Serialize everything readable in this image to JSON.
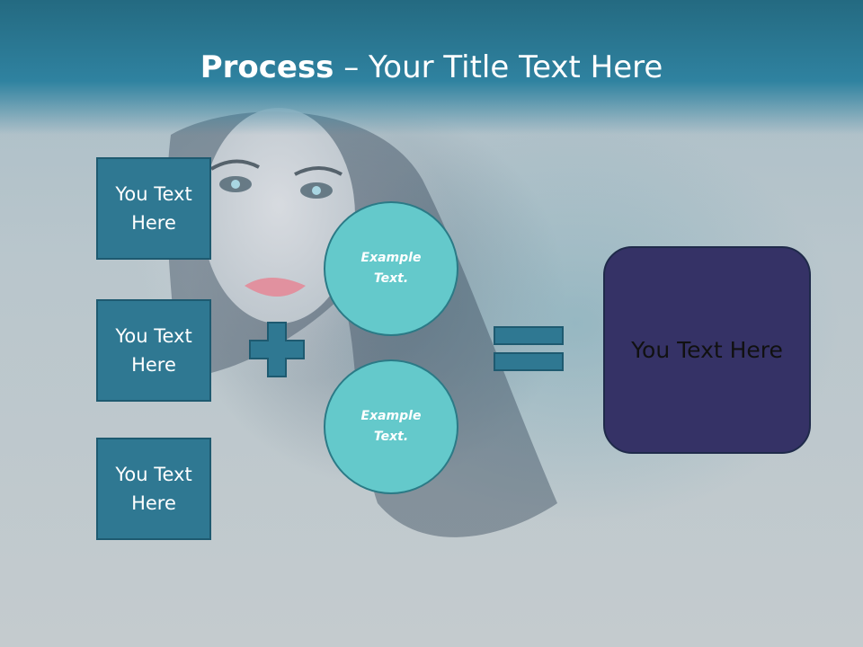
{
  "slide": {
    "title_strong": "Process",
    "title_rest": " – Your Title Text Here"
  },
  "left_boxes": [
    {
      "label": "You Text Here"
    },
    {
      "label": "You Text Here"
    },
    {
      "label": "You Text Here"
    }
  ],
  "circles": [
    {
      "label": "Example Text."
    },
    {
      "label": "Example Text."
    }
  ],
  "result": {
    "label": "You Text Here"
  },
  "colors": {
    "header": "#2f82a0",
    "box_fill": "#2f7892",
    "circle_fill": "#64c9cb",
    "result_fill": "#353266"
  }
}
